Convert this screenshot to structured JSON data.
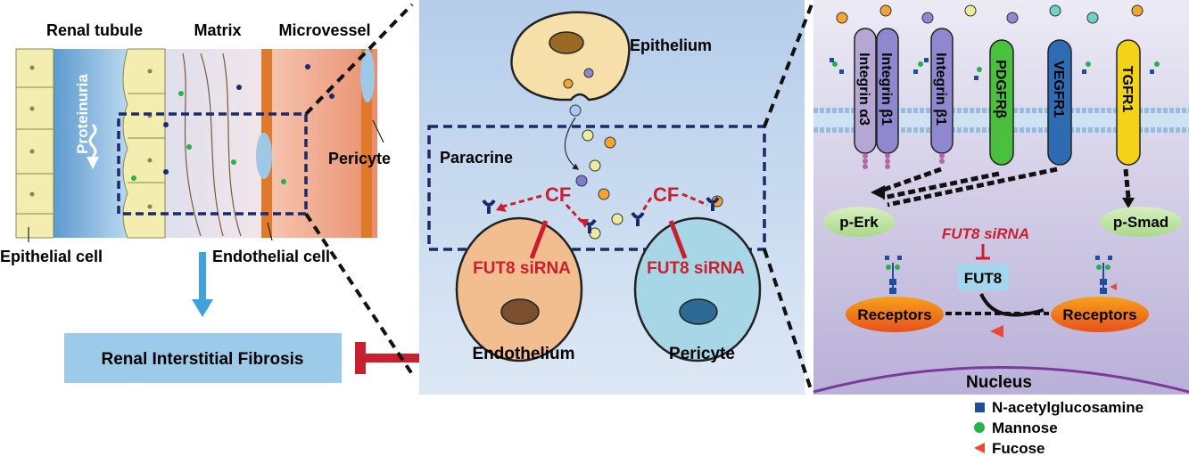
{
  "left_panel": {
    "renal_tubule": "Renal tubule",
    "matrix": "Matrix",
    "microvessel": "Microvessel",
    "proteinuria": "Proteinuria",
    "pericyte": "Pericyte",
    "epithelial_cell": "Epithelial cell",
    "endothelial_cell": "Endothelial cell",
    "outcome": "Renal Interstitial Fibrosis"
  },
  "middle_panel": {
    "epithelium": "Epithelium",
    "paracrine": "Paracrine",
    "cf_left": "CF",
    "cf_right": "CF",
    "sirna_left": "FUT8 siRNA",
    "sirna_right": "FUT8 siRNA",
    "endothelium": "Endothelium",
    "pericyte": "Pericyte"
  },
  "right_panel": {
    "receptors_top": [
      "Integrin α3",
      "Integrin β1",
      "Integrin β1",
      "PDGFRβ",
      "VEGFR1",
      "TGFR1"
    ],
    "p_erk": "p-Erk",
    "p_smad": "p-Smad",
    "fut8_sirna": "FUT8 siRNA",
    "fut8": "FUT8",
    "receptors_left": "Receptors",
    "receptors_right": "Receptors",
    "nucleus": "Nucleus"
  },
  "legend": [
    {
      "label": "N-acetylglucosamine",
      "shape": "square",
      "color": "#1f4e9c"
    },
    {
      "label": "Mannose",
      "shape": "circle",
      "color": "#27b14a"
    },
    {
      "label": "Fucose",
      "shape": "triangle",
      "color": "#e94a36"
    }
  ],
  "colors": {
    "inhibit_red": "#c8202f",
    "arrow_blue": "#3fa2dc",
    "dash_navy": "#1b2a6b"
  }
}
